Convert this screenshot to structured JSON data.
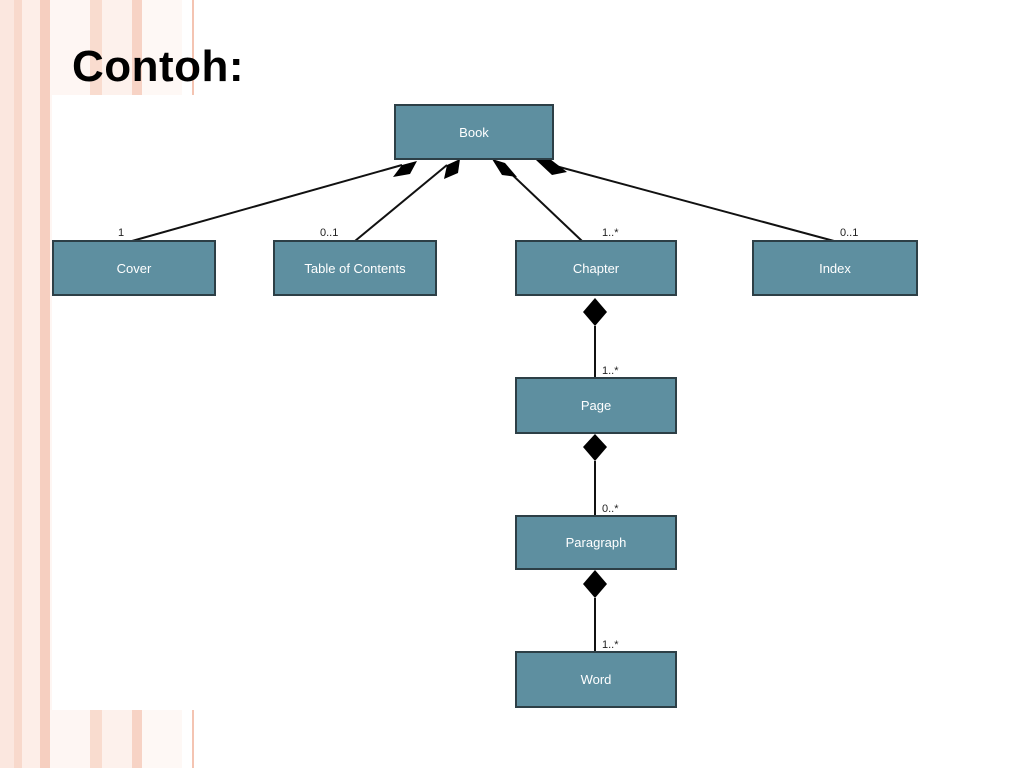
{
  "slide": {
    "title": "Contoh:"
  },
  "diagram": {
    "classes": {
      "book": "Book",
      "cover": "Cover",
      "toc": "Table of Contents",
      "chapter": "Chapter",
      "index": "Index",
      "page": "Page",
      "paragraph": "Paragraph",
      "word": "Word"
    },
    "multiplicities": {
      "cover": "1",
      "toc": "0..1",
      "chapter": "1..*",
      "index": "0..1",
      "page": "1..*",
      "paragraph": "0..*",
      "word": "1..*"
    },
    "colors": {
      "class_fill": "#5e8fa0",
      "class_border": "#2d3f46",
      "line": "#111111"
    }
  }
}
